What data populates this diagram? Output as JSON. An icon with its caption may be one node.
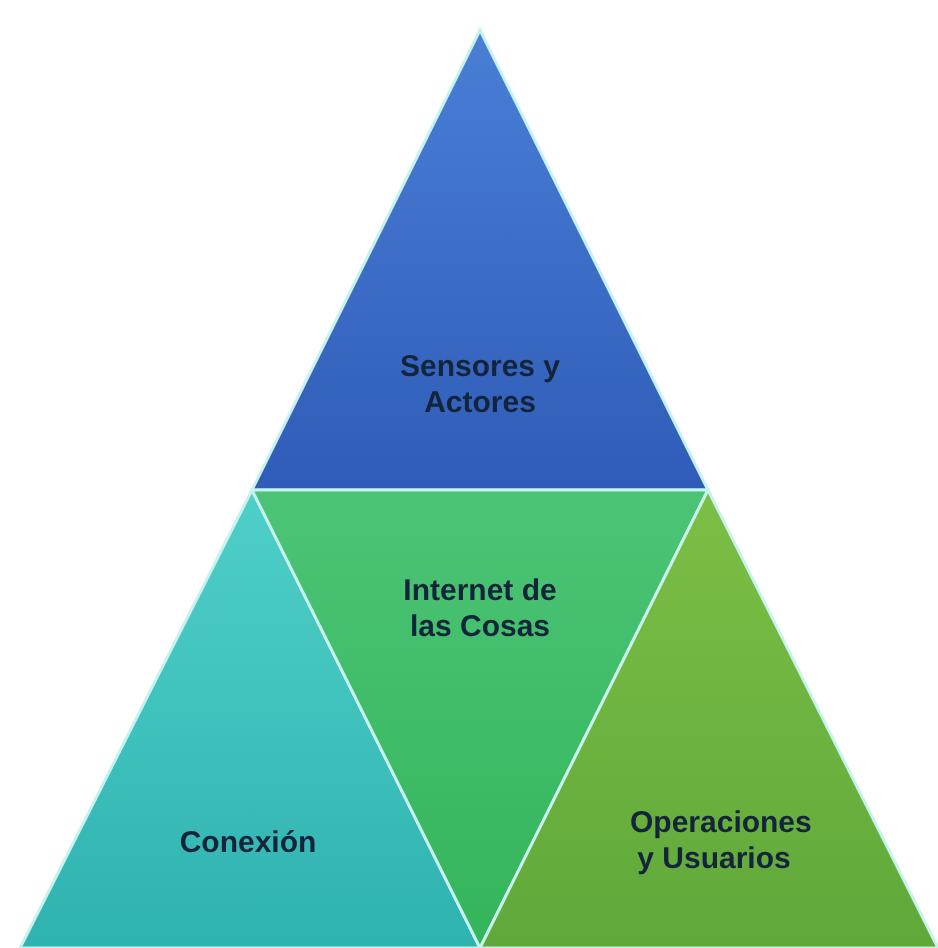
{
  "diagram": {
    "nodes": [
      {
        "text": [
          "Sensores y Actores"
        ]
      },
      {
        "text": [
          "Conexión"
        ]
      },
      {
        "text": [
          "Internet de las Cosas"
        ]
      },
      {
        "text": [
          "Operaciones y Usuarios"
        ]
      }
    ]
  }
}
